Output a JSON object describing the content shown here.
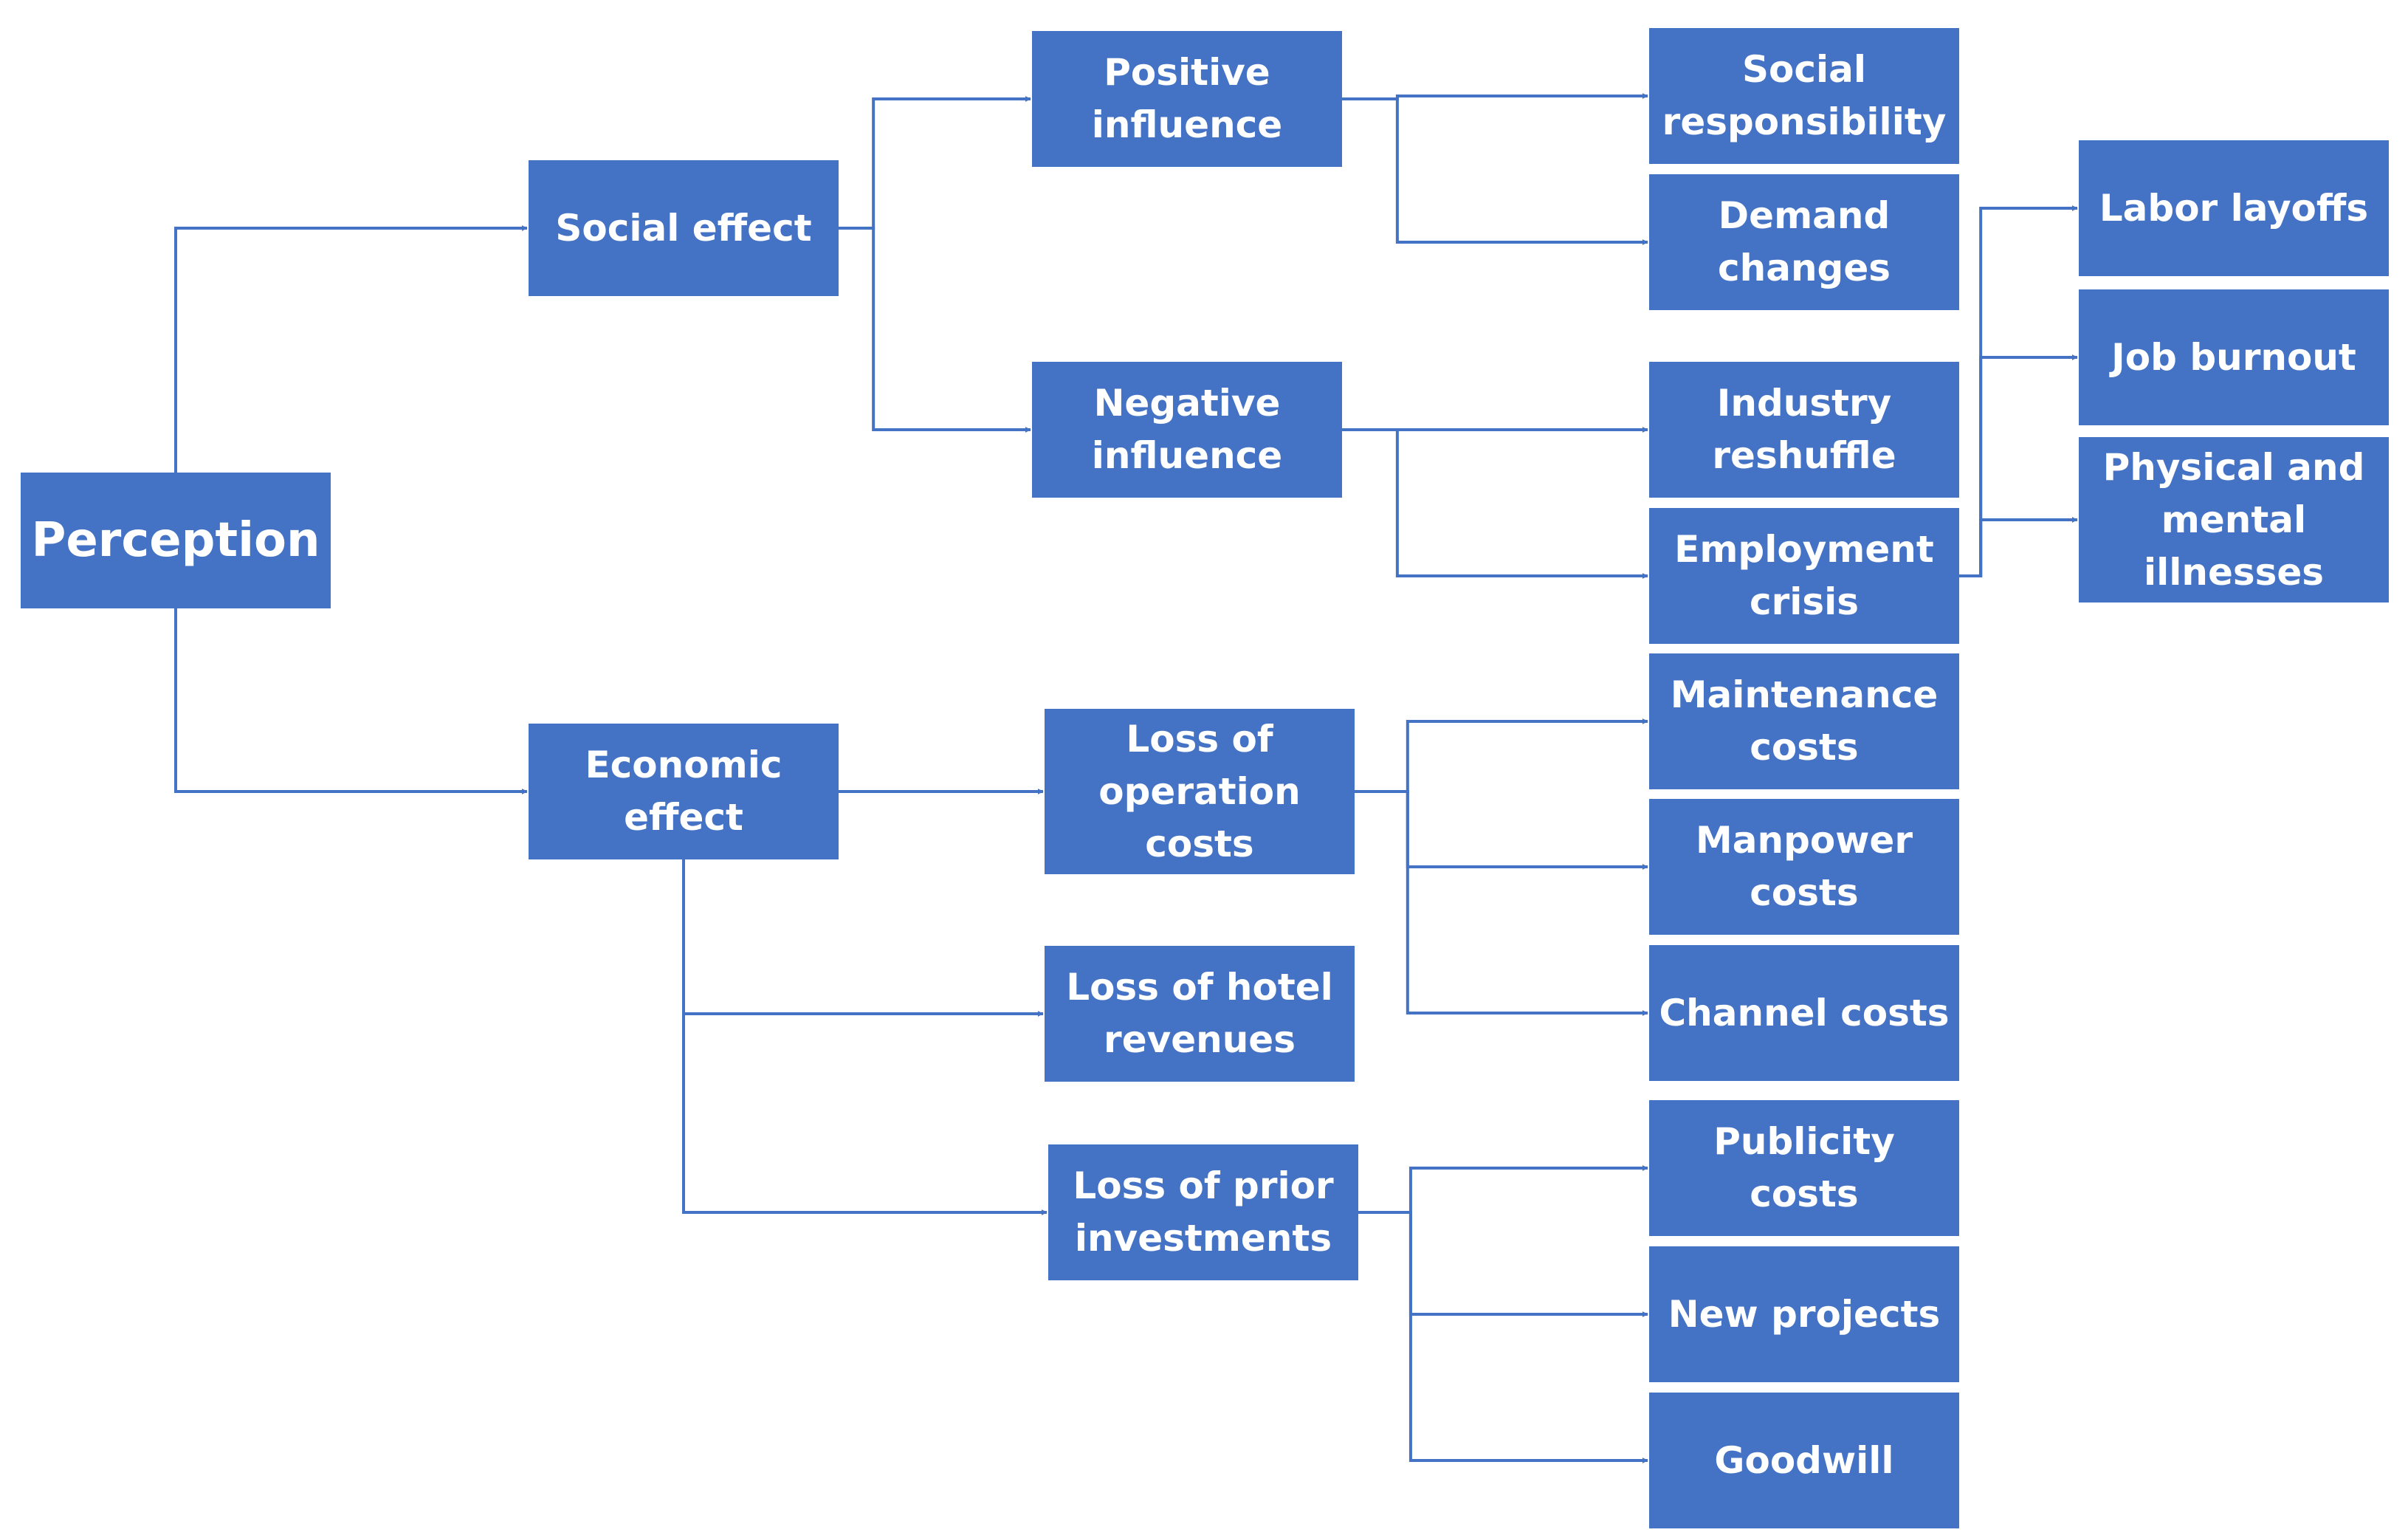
{
  "colors": {
    "node_fill": "#4472C4",
    "node_text": "#FFFFFF",
    "connector": "#4472C4",
    "background": "#FFFFFF"
  },
  "nodes": {
    "perception": "Perception",
    "social_effect": "Social effect",
    "economic_effect": "Economic effect",
    "positive_influence": "Positive influence",
    "negative_influence": "Negative influence",
    "loss_operation_costs": "Loss of operation costs",
    "loss_hotel_revenues": "Loss of hotel revenues",
    "loss_prior_investments": "Loss of prior investments",
    "social_responsibility": "Social responsibility",
    "demand_changes": "Demand changes",
    "industry_reshuffle": "Industry reshuffle",
    "employment_crisis": "Employment crisis",
    "maintenance_costs": "Maintenance costs",
    "manpower_costs": "Manpower costs",
    "channel_costs": "Channel costs",
    "publicity_costs": "Publicity costs",
    "new_projects": "New projects",
    "goodwill": "Goodwill",
    "labor_layoffs": "Labor layoffs",
    "job_burnout": "Job burnout",
    "physical_mental_illnesses": "Physical and mental illnesses"
  },
  "edges": [
    [
      "perception",
      "social_effect"
    ],
    [
      "perception",
      "economic_effect"
    ],
    [
      "social_effect",
      "positive_influence"
    ],
    [
      "social_effect",
      "negative_influence"
    ],
    [
      "positive_influence",
      "social_responsibility"
    ],
    [
      "positive_influence",
      "demand_changes"
    ],
    [
      "negative_influence",
      "industry_reshuffle"
    ],
    [
      "negative_influence",
      "employment_crisis"
    ],
    [
      "employment_crisis",
      "labor_layoffs"
    ],
    [
      "employment_crisis",
      "job_burnout"
    ],
    [
      "employment_crisis",
      "physical_mental_illnesses"
    ],
    [
      "economic_effect",
      "loss_operation_costs"
    ],
    [
      "economic_effect",
      "loss_hotel_revenues"
    ],
    [
      "economic_effect",
      "loss_prior_investments"
    ],
    [
      "loss_operation_costs",
      "maintenance_costs"
    ],
    [
      "loss_operation_costs",
      "manpower_costs"
    ],
    [
      "loss_operation_costs",
      "channel_costs"
    ],
    [
      "loss_prior_investments",
      "publicity_costs"
    ],
    [
      "loss_prior_investments",
      "new_projects"
    ],
    [
      "loss_prior_investments",
      "goodwill"
    ]
  ]
}
